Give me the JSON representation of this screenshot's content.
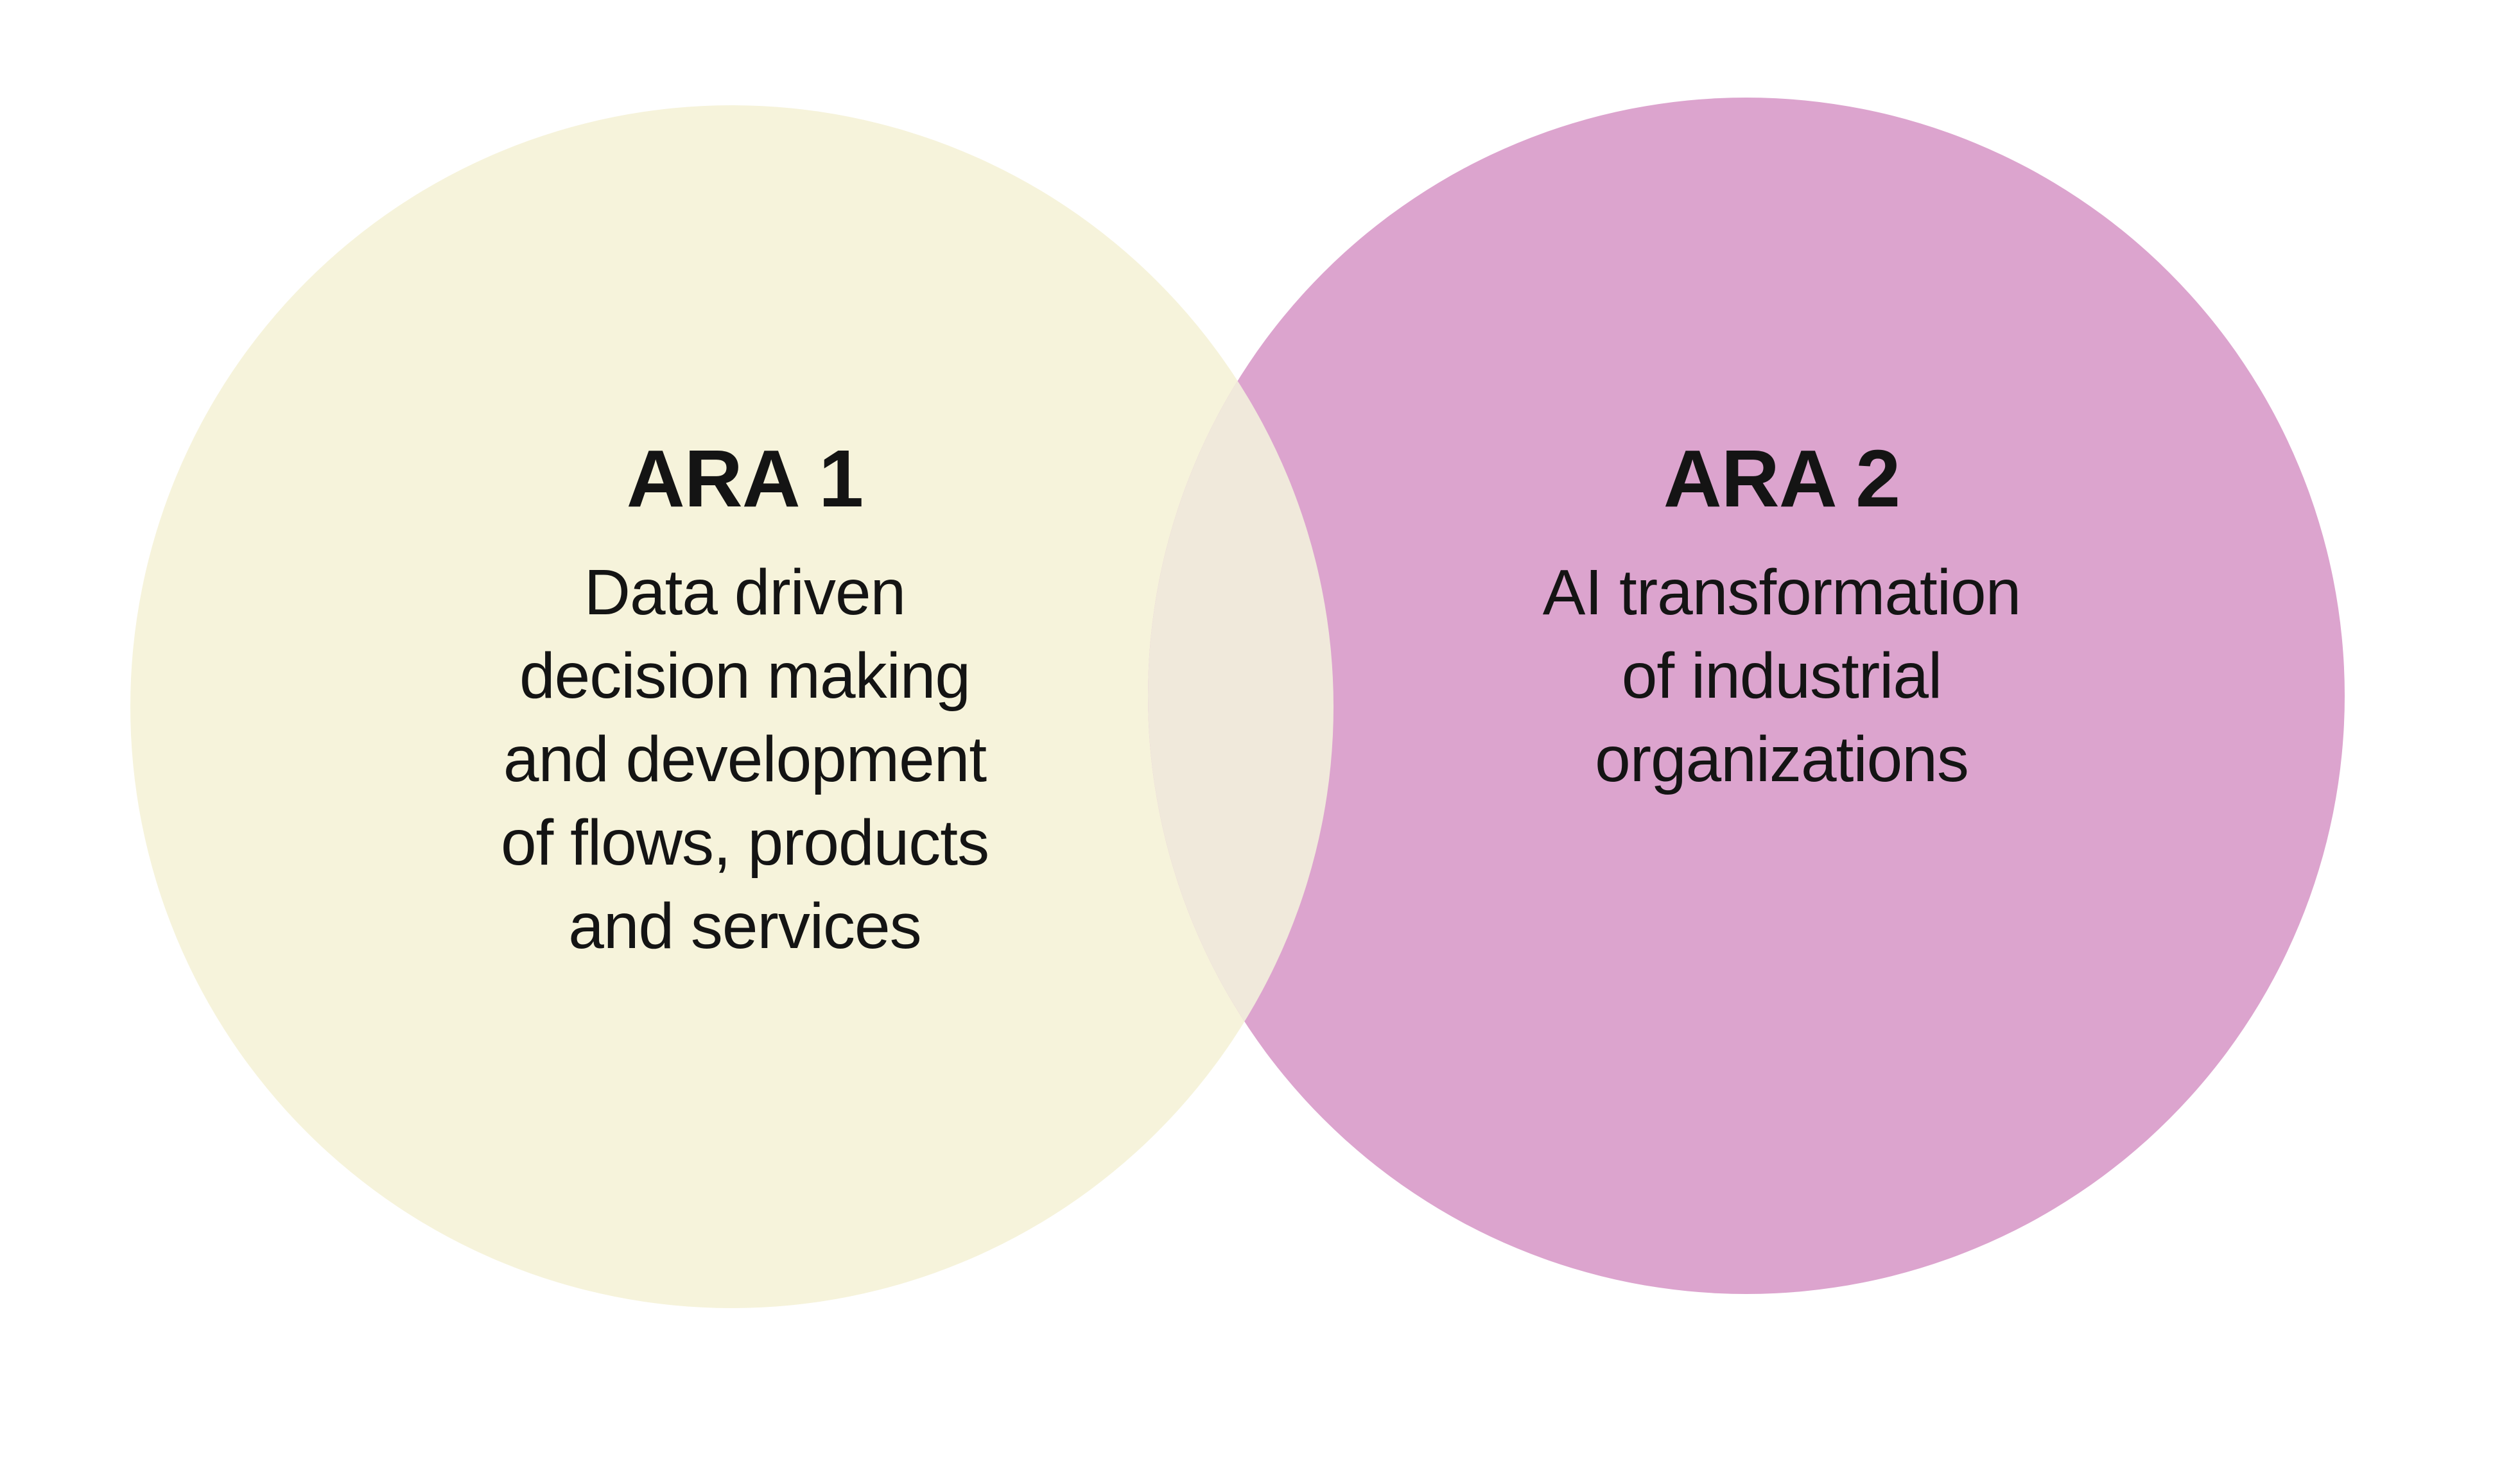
{
  "venn": {
    "background": "#ffffff",
    "text_color": "#141414",
    "circles": [
      {
        "title": "ARA 1",
        "full_text": "Data driven decision making and development of flows, products and services",
        "lines": [
          "Data driven",
          "decision making",
          "and development",
          "of flows, products",
          "and services"
        ],
        "fill": "#f6f3db"
      },
      {
        "title": "ARA 2",
        "full_text": "AI transformation of industrial organizations",
        "lines": [
          "AI transformation",
          "of industrial",
          "organizations"
        ],
        "fill": "#dca4ce"
      }
    ],
    "overlap_fill": "#f0e9db"
  }
}
